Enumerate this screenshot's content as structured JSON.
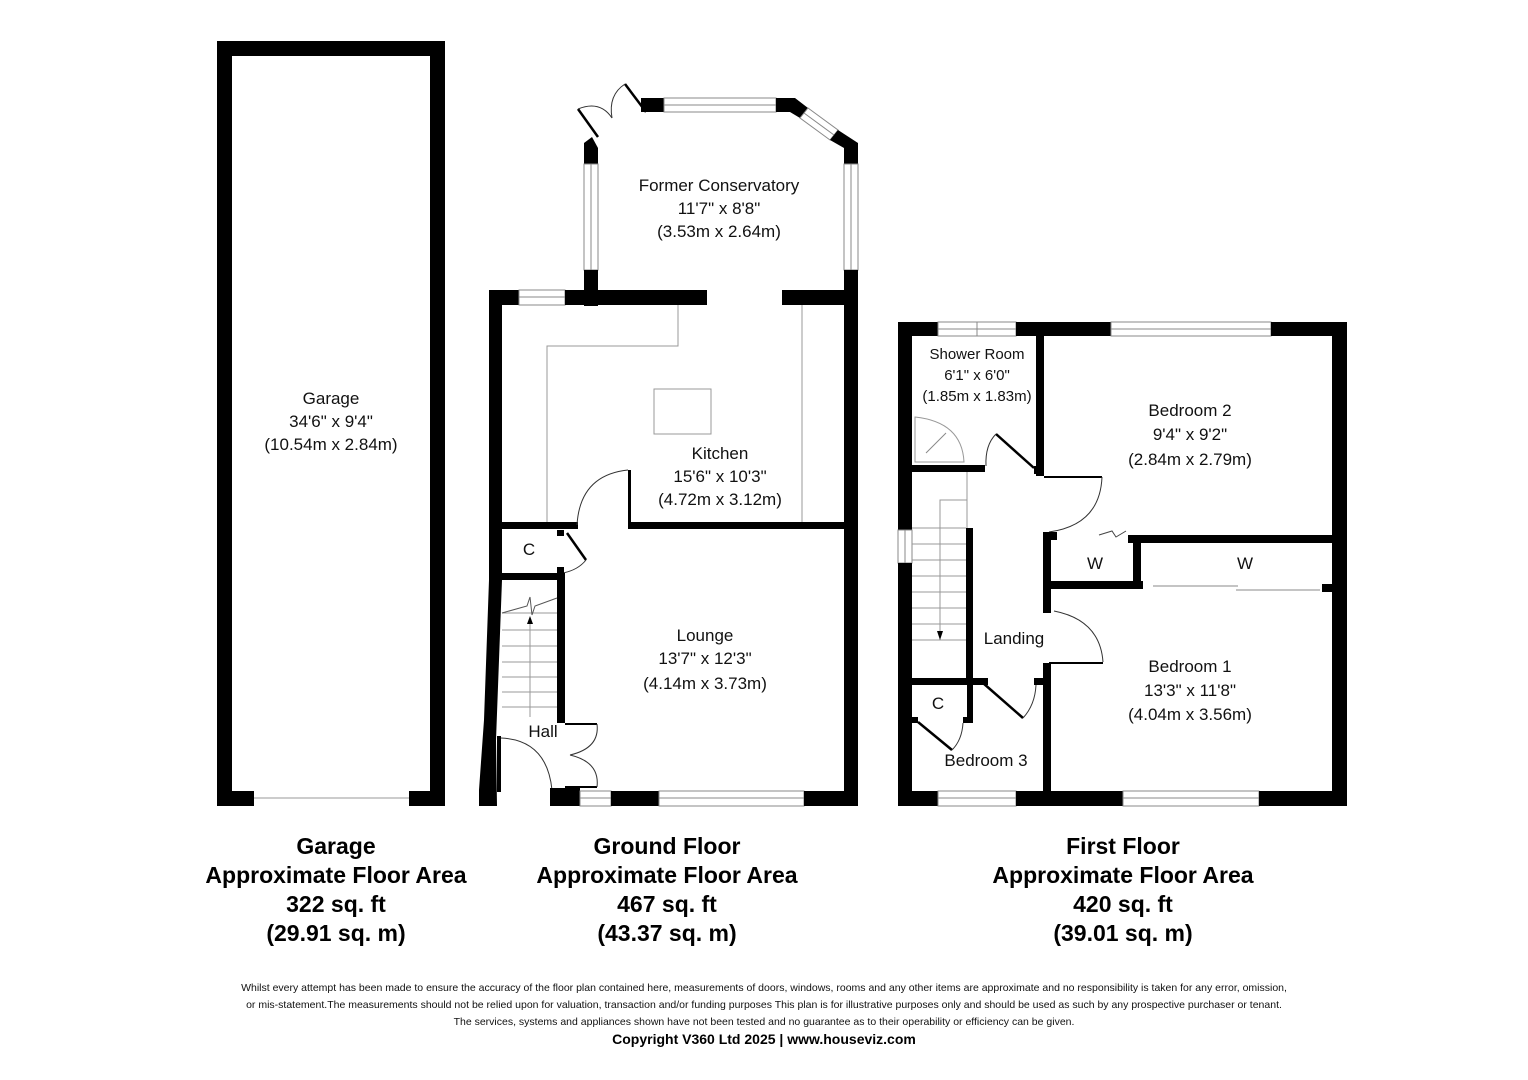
{
  "plans": {
    "garage": {
      "rooms": [
        {
          "name": "Garage",
          "imperial": "34'6\" x 9'4\"",
          "metric": "(10.54m x 2.84m)"
        }
      ],
      "summary": {
        "title": "Garage",
        "subtitle": "Approximate Floor Area",
        "sqft": "322 sq. ft",
        "sqm": "(29.91 sq. m)"
      }
    },
    "ground_floor": {
      "rooms": [
        {
          "name": "Former Conservatory",
          "imperial": "11'7\" x 8'8\"",
          "metric": "(3.53m x 2.64m)"
        },
        {
          "name": "Kitchen",
          "imperial": "15'6\" x 10'3\"",
          "metric": "(4.72m x 3.12m)"
        },
        {
          "name": "Lounge",
          "imperial": "13'7\" x 12'3\"",
          "metric": "(4.14m x 3.73m)"
        },
        {
          "name": "C"
        },
        {
          "name": "Hall"
        }
      ],
      "summary": {
        "title": "Ground Floor",
        "subtitle": "Approximate Floor Area",
        "sqft": "467 sq. ft",
        "sqm": "(43.37 sq. m)"
      }
    },
    "first_floor": {
      "rooms": [
        {
          "name": "Shower Room",
          "imperial": "6'1\" x 6'0\"",
          "metric": "(1.85m x 1.83m)"
        },
        {
          "name": "Bedroom 2",
          "imperial": "9'4\" x 9'2\"",
          "metric": "(2.84m x 2.79m)"
        },
        {
          "name": "Bedroom 1",
          "imperial": "13'3\" x 11'8\"",
          "metric": "(4.04m x 3.56m)"
        },
        {
          "name": "Landing"
        },
        {
          "name": "Bedroom 3"
        },
        {
          "name": "C"
        },
        {
          "name": "W"
        },
        {
          "name": "W"
        }
      ],
      "summary": {
        "title": "First Floor",
        "subtitle": "Approximate Floor Area",
        "sqft": "420 sq. ft",
        "sqm": "(39.01 sq. m)"
      }
    }
  },
  "footer": {
    "disclaimer_lines": [
      "Whilst every attempt has been made to ensure the accuracy of the floor plan contained here, measurements of doors, windows, rooms and any other items are approximate and no responsibility is taken for any error, omission,",
      "or mis-statement.The measurements should not be relied upon for valuation, transaction and/or funding purposes This plan is for illustrative purposes only and should be used as such by any prospective purchaser or tenant.",
      "The services, systems and appliances shown have not been tested and no guarantee as to their operability or efficiency can be given."
    ],
    "copyright": "Copyright V360 Ltd 2025 | www.houseviz.com"
  },
  "colors": {
    "wall": "#000000",
    "window": "#888888",
    "fixture": "#999999",
    "background": "#ffffff"
  }
}
